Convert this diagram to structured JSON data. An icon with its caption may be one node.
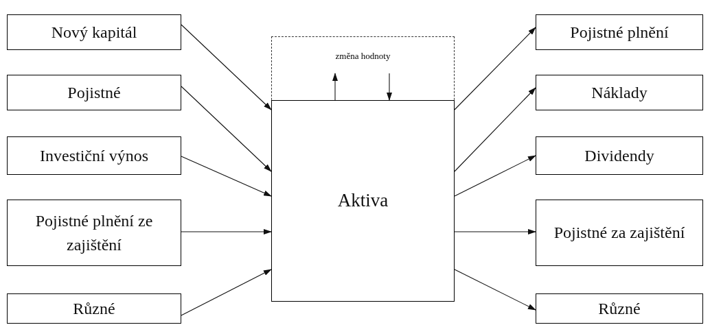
{
  "diagram": {
    "nodes": [
      {
        "text": [
          "Nový kapitál"
        ]
      },
      {
        "text": [
          "Pojistné"
        ]
      },
      {
        "text": [
          "Investiční výnos"
        ]
      },
      {
        "text": [
          "Pojistné plnění ze zajištění"
        ]
      },
      {
        "text": [
          "Různé"
        ]
      },
      {
        "text": [
          "změna hodnoty"
        ]
      },
      {
        "text": [
          "Aktiva"
        ],
        "in": 5
      },
      {
        "text": [
          "Pojistné plnění"
        ]
      },
      {
        "text": [
          "Náklady"
        ]
      },
      {
        "text": [
          "Dividendy"
        ]
      },
      {
        "text": [
          "Pojistné za zajištění"
        ]
      },
      {
        "text": [
          "Různé"
        ]
      }
    ],
    "edges": [
      {
        "from": 0,
        "to": 6,
        "arrow": "to"
      },
      {
        "from": 1,
        "to": 6,
        "arrow": "to"
      },
      {
        "from": 2,
        "to": 6,
        "arrow": "to"
      },
      {
        "from": 3,
        "to": 6,
        "arrow": "to"
      },
      {
        "from": 4,
        "to": 6,
        "arrow": "to"
      },
      {
        "from": 6,
        "to": 7,
        "arrow": "to"
      },
      {
        "from": 6,
        "to": 8,
        "arrow": "to"
      },
      {
        "from": 6,
        "to": 9,
        "arrow": "to"
      },
      {
        "from": 6,
        "to": 10,
        "arrow": "to"
      },
      {
        "from": 6,
        "to": 11,
        "arrow": "to"
      },
      {
        "from": 6,
        "to": null,
        "arrow": "to"
      },
      {
        "from": null,
        "to": 6,
        "arrow": "to"
      }
    ]
  }
}
